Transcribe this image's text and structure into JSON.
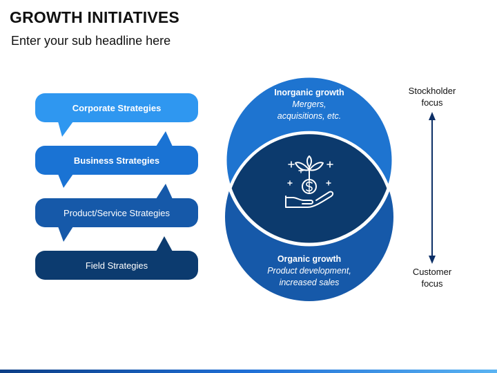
{
  "header": {
    "title": "GROWTH INITIATIVES",
    "subtitle": "Enter your sub headline here"
  },
  "strategies": [
    {
      "label": "Corporate Strategies",
      "color": "#2f97f0"
    },
    {
      "label": "Business Strategies",
      "color": "#1a73d4"
    },
    {
      "label": "Product/Service Strategies",
      "color": "#1659a9"
    },
    {
      "label": "Field Strategies",
      "color": "#0c3b6f"
    }
  ],
  "venn": {
    "top": {
      "heading": "Inorganic growth",
      "line1": "Mergers,",
      "line2": "acquisitions, etc.",
      "color": "#1e74d0"
    },
    "bottom": {
      "heading": "Organic growth",
      "line1": "Product development,",
      "line2": "increased sales",
      "color": "#1659a9"
    },
    "overlap_color": "#0c3a6d",
    "center_icon": "money-plant-hand-icon"
  },
  "focus_axis": {
    "top_line1": "Stockholder",
    "top_line2": "focus",
    "bottom_line1": "Customer",
    "bottom_line2": "focus",
    "arrow_color": "#0c2f66"
  }
}
